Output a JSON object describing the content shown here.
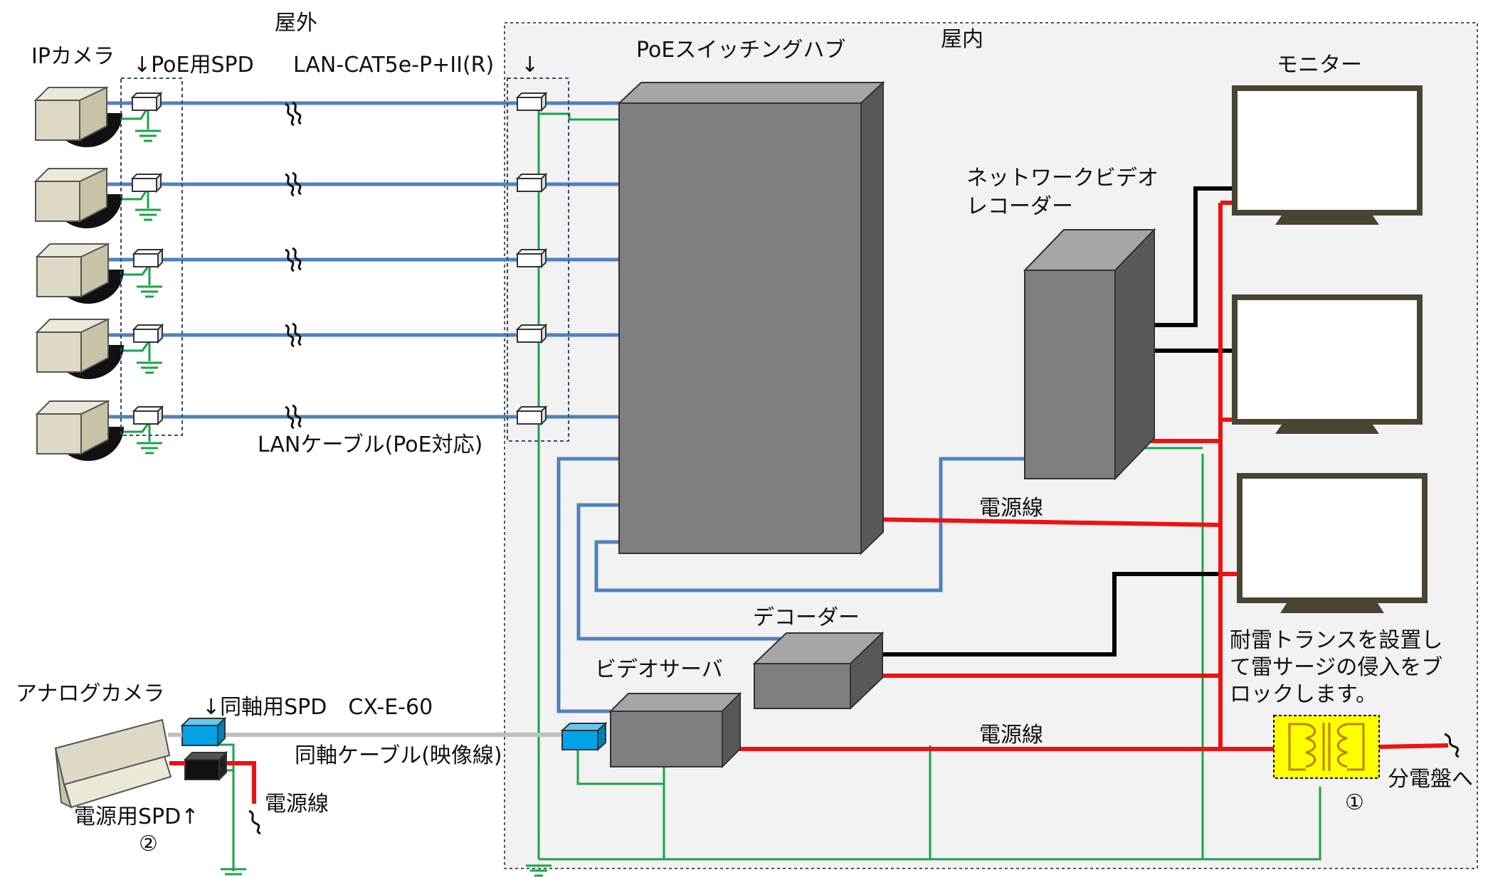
{
  "labels": {
    "outdoor": "屋外",
    "indoor": "屋内",
    "ip_camera": "IPカメラ",
    "poe_spd": "↓PoE用SPD",
    "lan_spd_model": "LAN-CAT5e-P+II(R)",
    "down_arrow": "↓",
    "poe_hub": "PoEスイッチングハブ",
    "monitor": "モニター",
    "nvr_line1": "ネットワークビデオ",
    "nvr_line2": "レコーダー",
    "lan_cable": "LANケーブル(PoE対応)",
    "power_line_top": "電源線",
    "decoder": "デコーダー",
    "video_server": "ビデオサーバ",
    "analog_camera": "アナログカメラ",
    "coax_spd": "↓同軸用SPD　CX-E-60",
    "coax_cable": "同軸ケーブル(映像線)",
    "power_line_mid": "電源線",
    "power_line_left": "電源線",
    "power_spd": "電源用SPD↑",
    "circle_2": "②",
    "circle_1": "①",
    "transformer_note_1": "耐雷トランスを設置し",
    "transformer_note_2": "て雷サージの侵入をブ",
    "transformer_note_3": "ロックします。",
    "to_panel": "分電盤へ"
  },
  "colors": {
    "lan_cable": "#4f81bd",
    "ground_wire": "#1aa34a",
    "power_wire": "#ee1111",
    "video_wire": "#000000",
    "coax_wire": "#bfbfbf",
    "device_front": "#7f7f7f",
    "device_side": "#595959",
    "device_top": "#a6a6a6",
    "camera_body": "#ddd9c4",
    "monitor_frame": "#4a4432",
    "transformer_fill": "#ffff00",
    "coax_spd": "#00a2e8",
    "indoor_bg": "#f2f2f2"
  }
}
